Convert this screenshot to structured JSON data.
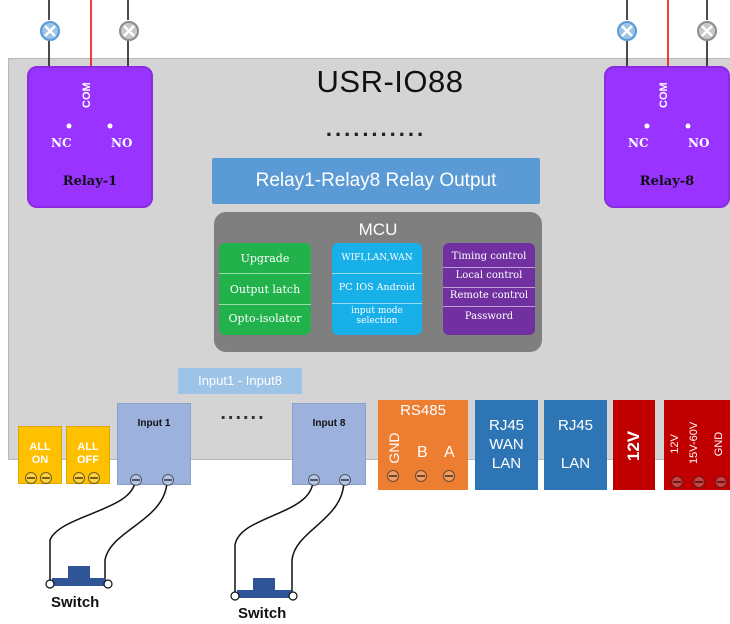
{
  "title": "USR-IO88",
  "top_dots": "...........",
  "relays": [
    {
      "name": "Relay-1",
      "nc": "NC",
      "no": "NO",
      "com": "COM"
    },
    {
      "name": "Relay-8",
      "nc": "NC",
      "no": "NO",
      "com": "COM"
    }
  ],
  "output_banner": "Relay1-Relay8 Relay Output",
  "mcu": {
    "title": "MCU",
    "green": [
      "Upgrade",
      "Output latch",
      "Opto-isolator"
    ],
    "cyan": [
      "WIFI,LAN,WAN",
      "PC IOS Android",
      "input mode selection"
    ],
    "purple": [
      "Timing control",
      "Local control",
      "Remote control",
      "Password"
    ]
  },
  "inputs_label": "Input1 - Input8",
  "inputs": [
    "Input 1",
    "Input 8"
  ],
  "mid_dots": "......",
  "buttons": [
    {
      "line1": "ALL",
      "line2": "ON"
    },
    {
      "line1": "ALL",
      "line2": "OFF"
    }
  ],
  "rs485": {
    "title": "RS485",
    "gnd": "GND",
    "b": "B",
    "a": "A"
  },
  "rj45_wan": {
    "l1": "RJ45",
    "l2": "WAN",
    "l3": "LAN"
  },
  "rj45_lan": {
    "l1": "RJ45",
    "l2": "LAN"
  },
  "power12": "12V",
  "power_block": [
    "12V",
    "15V-60V",
    "GND"
  ],
  "switches": [
    "Switch",
    "Switch"
  ],
  "colors": {
    "board": "#d4d4d4",
    "relay": "#9933ff",
    "banner": "#5b9bd5",
    "mcu": "#7f7f7f",
    "green": "#22b24c",
    "cyan": "#18b0e8",
    "purple": "#7030a0",
    "input": "#9db1dd",
    "yellow": "#ffc000",
    "orange": "#ed7d31",
    "blue": "#2e75b6",
    "red": "#c00000"
  }
}
